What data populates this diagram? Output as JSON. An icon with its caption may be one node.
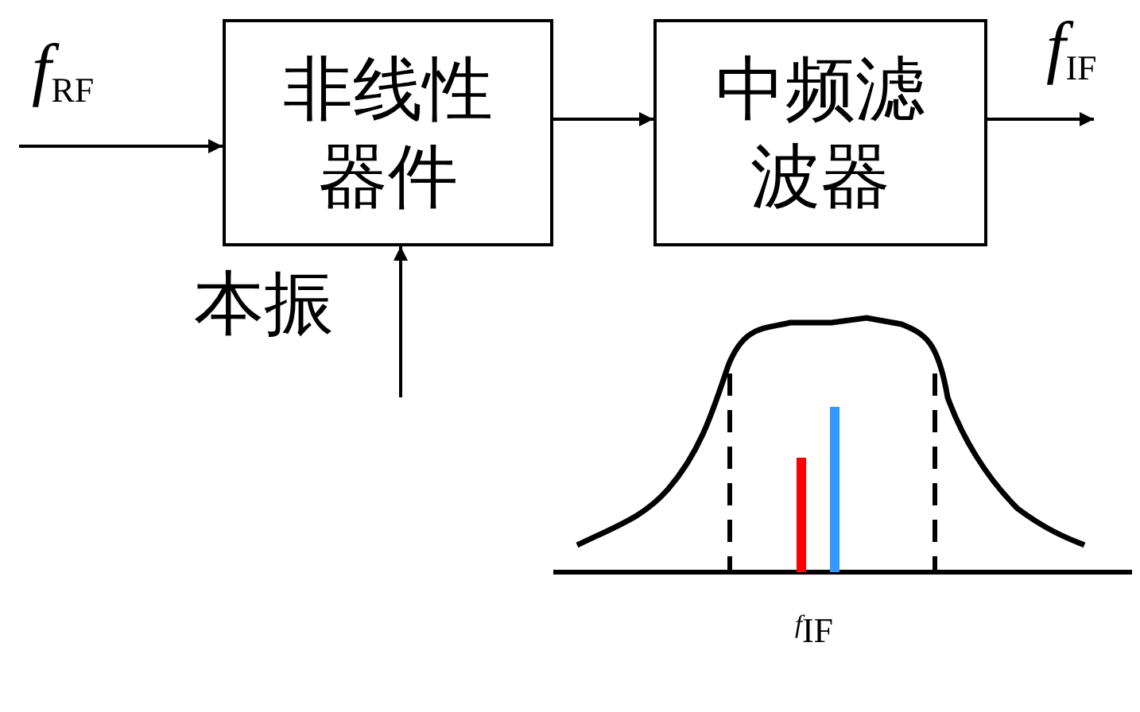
{
  "diagram": {
    "nodes": [
      {
        "text": [
          "非线性器件"
        ]
      },
      {
        "text": [
          "中频滤波器"
        ]
      }
    ],
    "edges": [
      {
        "from": null,
        "to": 0,
        "arrow": "to",
        "label": "*f*$_{RF}$"
      },
      {
        "from": 0,
        "to": 1,
        "arrow": "to"
      },
      {
        "from": 1,
        "to": null,
        "arrow": "to",
        "label": "*f*$_{IF}$"
      },
      {
        "from": null,
        "to": 0,
        "arrow": "to",
        "label": "本振"
      }
    ],
    "labels": [
      "*f*$_{IF}$"
    ]
  }
}
